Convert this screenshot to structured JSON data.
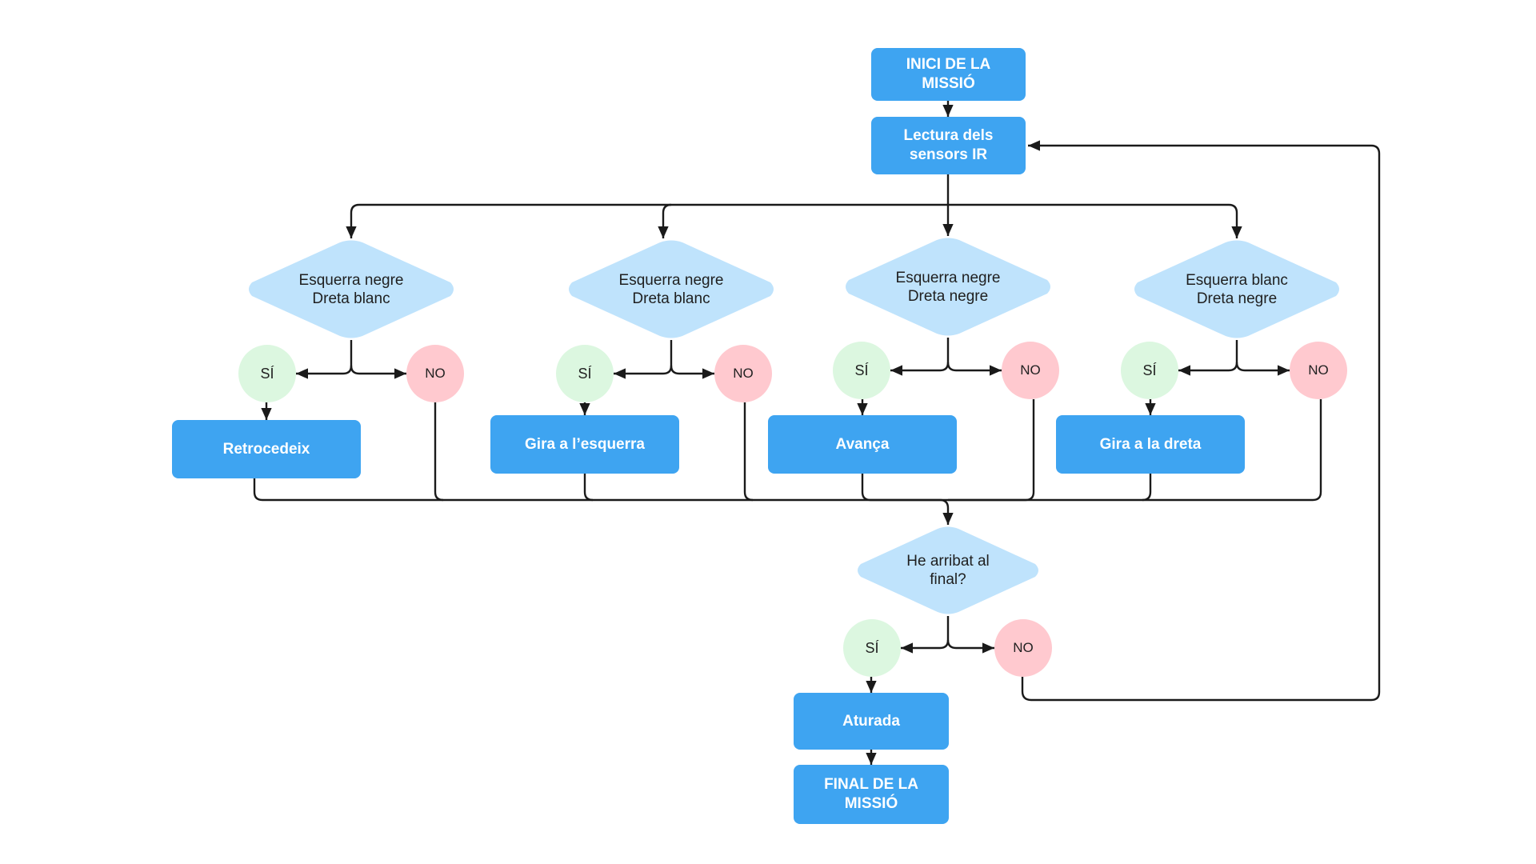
{
  "colors": {
    "process": "#3ea4f1",
    "decision": "#bfe3fc",
    "yes": "#dcf7e0",
    "no": "#ffc9cf",
    "connector": "#1a1a1a"
  },
  "start": "INICI DE LA\nMISSIÓ",
  "read_sensors": "Lectura dels\nsensors IR",
  "decisions": {
    "d1": "Esquerra negre\nDreta blanc",
    "d2": "Esquerra negre\nDreta blanc",
    "d3": "Esquerra negre\nDreta negre",
    "d4": "Esquerra blanc\nDreta negre",
    "final_check": "He arribat al\nfinal?"
  },
  "answers": {
    "yes": "SÍ",
    "no": "NO"
  },
  "actions": {
    "back": "Retrocedeix",
    "left": "Gira a l’esquerra",
    "forward": "Avança",
    "right": "Gira a la dreta",
    "stop": "Aturada"
  },
  "end": "FINAL DE LA\nMISSIÓ"
}
